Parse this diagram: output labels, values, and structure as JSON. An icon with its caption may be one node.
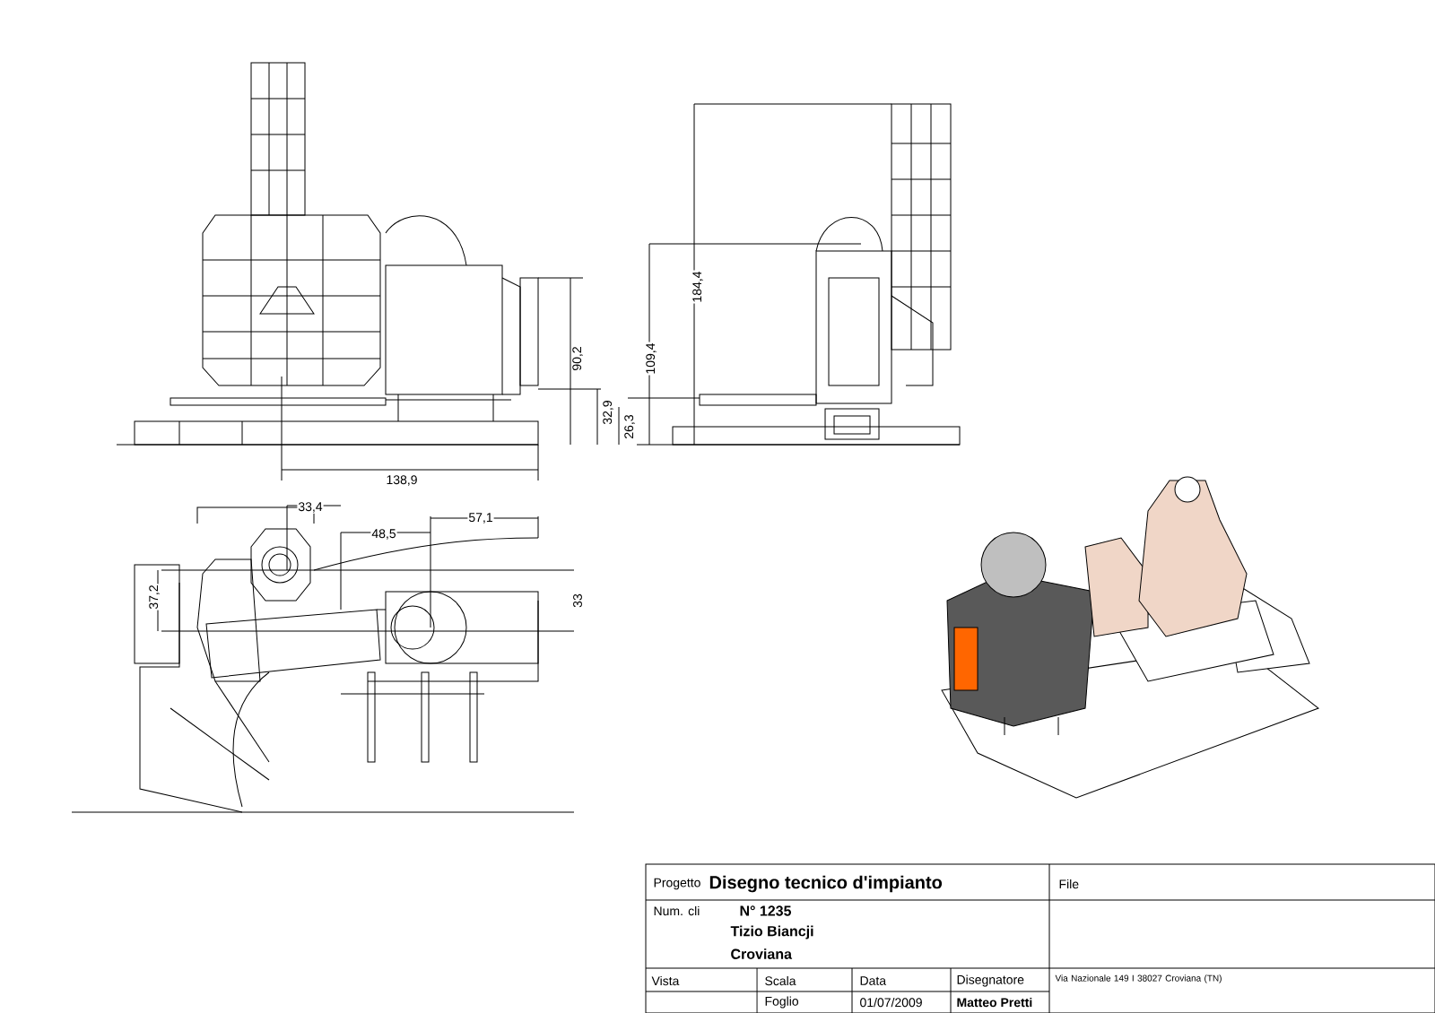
{
  "diagram": {
    "labels": [
      "90,2",
      "32,9",
      "26,3",
      "138,9",
      "184,4",
      "109,4",
      "33,4",
      "48,5",
      "57,1",
      "37,2",
      "33",
      "Progetto",
      "Disegno tecnico d'impianto",
      "File",
      "Num. cli",
      "N° 1235",
      "Tizio Biancji",
      "Croviana",
      "Vista",
      "Scala",
      "Data",
      "Disegnatore",
      "Via Nazionale 149 I 38027 Croviana (TN)",
      "Foglio",
      "01/07/2009",
      "Matteo Pretti"
    ]
  }
}
